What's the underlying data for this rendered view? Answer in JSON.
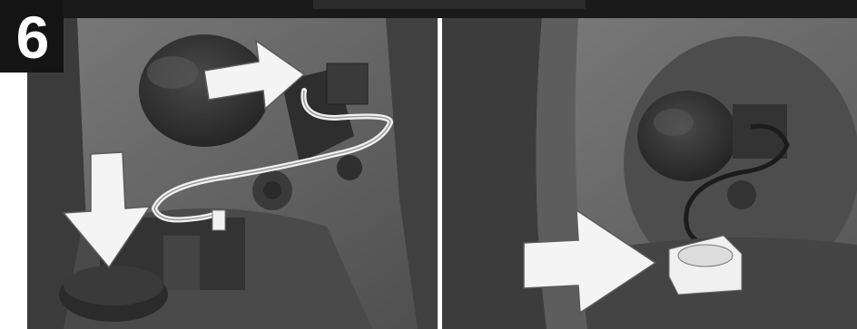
{
  "step": {
    "number": "6"
  },
  "colors": {
    "badge_background": "#141414",
    "badge_text": "#ffffff",
    "arrow_fill": "#f4f4f4",
    "arrow_stroke": "#5a5a5a",
    "part_dark": "#3a3a3a",
    "part_mid": "#6c6c6c",
    "wire": "#f2f2f2"
  },
  "panels": {
    "left": {
      "arrows": [
        "arrow-right",
        "arrow-down"
      ]
    },
    "right": {
      "arrows": [
        "arrow-right"
      ]
    }
  }
}
